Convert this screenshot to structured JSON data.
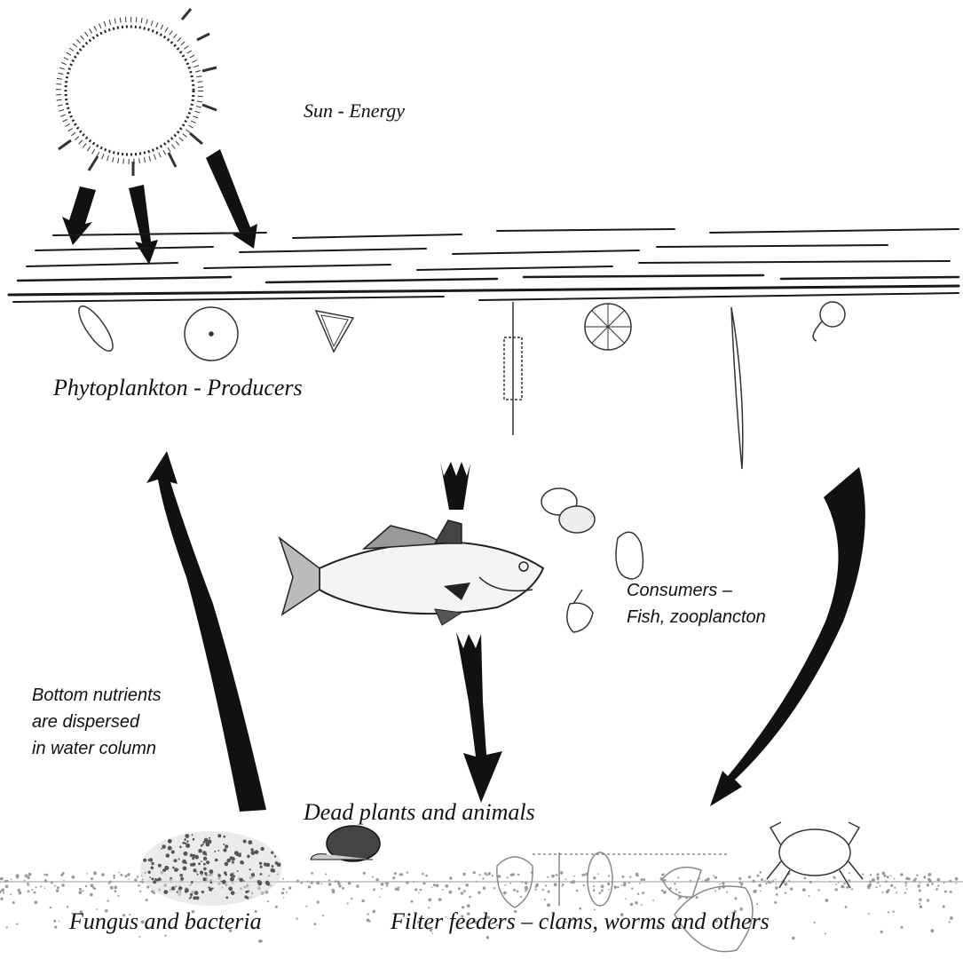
{
  "labels": {
    "sun": "Sun - Energy",
    "phytoplankton": "Phytoplankton - Producers",
    "consumers_line1": "Consumers –",
    "consumers_line2": "Fish, zooplancton",
    "bottom_line1": "Bottom nutrients",
    "bottom_line2": "are dispersed",
    "bottom_line3": "in water column",
    "dead": "Dead plants and animals",
    "fungus": "Fungus and bacteria",
    "filter": "Filter feeders – clams, worms and others"
  },
  "colors": {
    "ink": "#111111",
    "paper": "#ffffff",
    "sand": "#9a9a9a"
  }
}
